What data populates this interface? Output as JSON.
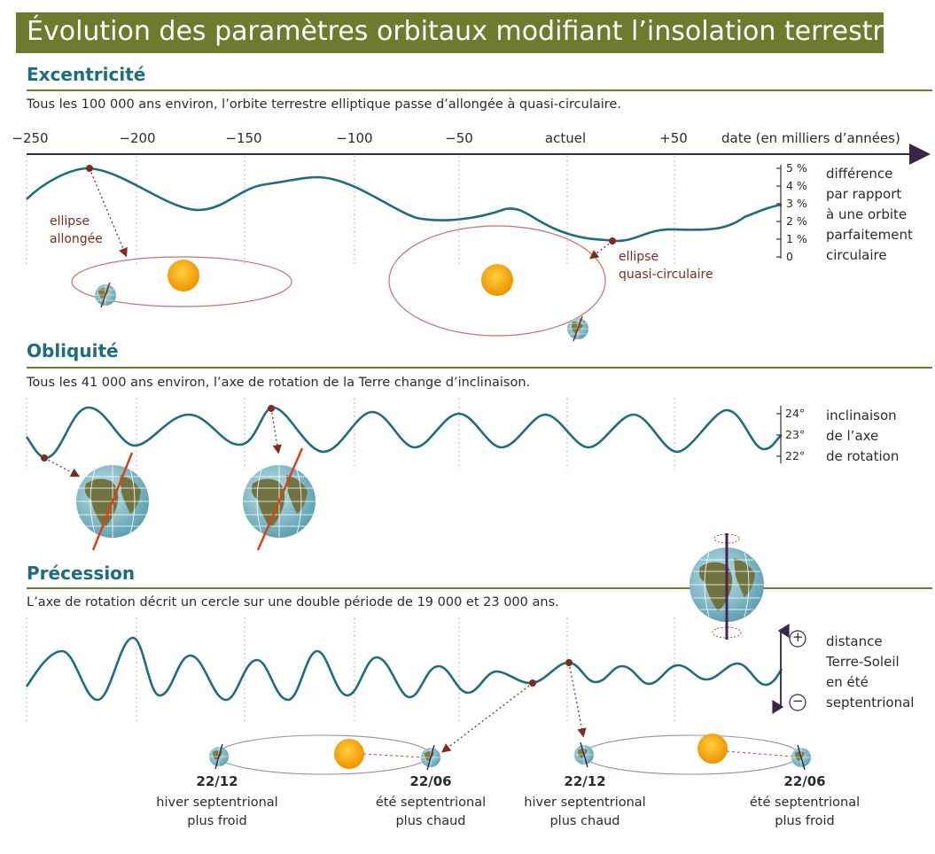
{
  "title": "Évolution des paramètres orbitaux modifiant l’insolation terrestre",
  "colors": {
    "banner": "#6e7a2e",
    "section": "#1d6c80",
    "curve": "#1d6c80",
    "accent": "#7b2d20",
    "sun": "#f2a20b"
  },
  "axis": {
    "ticks": [
      "−250",
      "−200",
      "−150",
      "−100",
      "−50",
      "actuel",
      "+50"
    ],
    "label": "date (en milliers d’années)"
  },
  "sections": {
    "excentricite": {
      "title": "Excentricité",
      "description": "Tous les 100 000 ans environ, l’orbite terrestre elliptique passe d’allongée à quasi-circulaire.",
      "scale_ticks": [
        "5 %",
        "4 %",
        "3 %",
        "2 %",
        "1 %",
        "0"
      ],
      "side_label": [
        "différence",
        "par rapport",
        "à une orbite",
        "parfaitement",
        "circulaire"
      ],
      "annotation_left": [
        "ellipse",
        "allongée"
      ],
      "annotation_right": [
        "ellipse",
        "quasi-circulaire"
      ]
    },
    "obliquite": {
      "title": "Obliquité",
      "description": "Tous les 41 000 ans environ, l’axe de rotation de la Terre change d’inclinaison.",
      "scale_ticks": [
        "24°",
        "23°",
        "22°"
      ],
      "side_label": [
        "inclinaison",
        "de l’axe",
        "de rotation"
      ]
    },
    "precession": {
      "title": "Précession",
      "description": "L’axe de rotation décrit un cercle sur une double période de 19 000 et 23 000 ans.",
      "plus_sign": "+",
      "minus_sign": "−",
      "side_label": [
        "distance",
        "Terre-Soleil",
        "en été",
        "septentrional"
      ],
      "orbits": [
        {
          "winter_date": "22/12",
          "winter_note": [
            "hiver septentrional",
            "plus froid"
          ],
          "summer_date": "22/06",
          "summer_note": [
            "été septentrional",
            "plus chaud"
          ]
        },
        {
          "winter_date": "22/12",
          "winter_note": [
            "hiver septentrional",
            "plus chaud"
          ],
          "summer_date": "22/06",
          "summer_note": [
            "été septentrional",
            "plus froid"
          ]
        }
      ]
    }
  }
}
